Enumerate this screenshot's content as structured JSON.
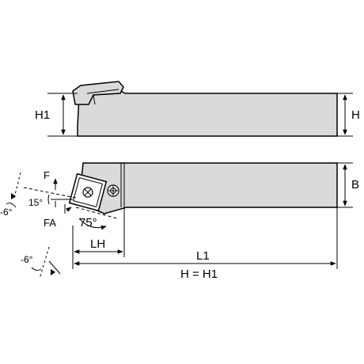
{
  "colors": {
    "body_fill": "#dadada",
    "outline": "#000000",
    "dim_line": "#000000",
    "background": "#ffffff"
  },
  "labels": {
    "h1_side": "H1",
    "h_side": "H",
    "b_side": "B",
    "f": "F",
    "fa": "FA",
    "angle_15": "15°",
    "angle_75": "75°",
    "lh": "LH",
    "l1": "L1",
    "h_eq_h1": "H = H1",
    "angle_neg6_top": "-6°",
    "angle_neg6_bottom": "-6°"
  }
}
